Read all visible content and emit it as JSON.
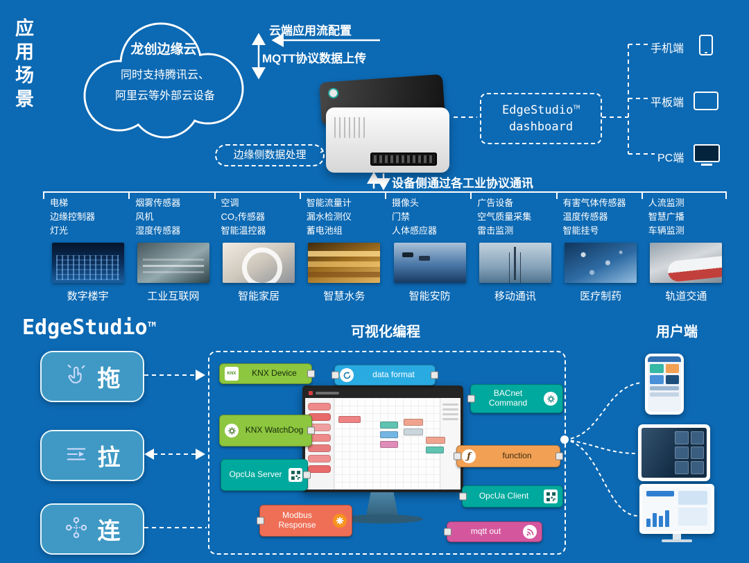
{
  "colors": {
    "background": "#0c69b3",
    "action_teal": "#58b0cc",
    "node_green": "#8dc63f",
    "node_blue": "#29abe2",
    "node_teal": "#00a99d",
    "node_orange": "#f2a154",
    "node_coral": "#ee6f56",
    "node_pink": "#d4579e"
  },
  "header": {
    "section_title": "应用场景",
    "cloud": {
      "title": "龙创边缘云",
      "line1": "同时支持腾讯云、",
      "line2": "阿里云等外部云设备"
    },
    "flow_down_label": "云端应用流配置",
    "flow_up_label": "MQTT协议数据上传",
    "edge_processing_label": "边缘侧数据处理",
    "dashboard": {
      "name": "EdgeStudio",
      "tm": "TM",
      "line2": "dashboard"
    },
    "clients": [
      {
        "label": "手机端"
      },
      {
        "label": "平板端"
      },
      {
        "label": "PC端"
      }
    ],
    "device_protocol_label": "设备侧通过各工业协议通讯"
  },
  "industry": {
    "columns": [
      {
        "items": [
          "电梯",
          "边缘控制器",
          "灯光"
        ],
        "caption": "数字楼宇"
      },
      {
        "items": [
          "烟雾传感器",
          "风机",
          "湿度传感器"
        ],
        "caption": "工业互联网"
      },
      {
        "items": [
          "空调",
          "CO₂传感器",
          "智能温控器"
        ],
        "caption": "智能家居"
      },
      {
        "items": [
          "智能流量计",
          "漏水检测仪",
          "蓄电池组"
        ],
        "caption": "智慧水务"
      },
      {
        "items": [
          "摄像头",
          "门禁",
          "人体感应器"
        ],
        "caption": "智能安防"
      },
      {
        "items": [
          "广告设备",
          "空气质量采集",
          "雷击监测"
        ],
        "caption": "移动通讯"
      },
      {
        "items": [
          "有害气体传感器",
          "温度传感器",
          "智能挂号"
        ],
        "caption": "医疗制药"
      },
      {
        "items": [
          "人流监测",
          "智慧广播",
          "车辆监测"
        ],
        "caption": "轨道交通"
      }
    ]
  },
  "studio": {
    "title": "EdgeStudio",
    "tm": "TM",
    "canvas_title": "可视化编程",
    "client_title": "用户端",
    "actions": [
      {
        "label": "拖"
      },
      {
        "label": "拉"
      },
      {
        "label": "连"
      }
    ],
    "nodes": {
      "knx_device": {
        "label": "KNX Device",
        "icon_text": "KNX"
      },
      "data_format": {
        "label": "data format"
      },
      "bacnet_command": {
        "label": "BACnet Command"
      },
      "knx_watchdog": {
        "label": "KNX WatchDog"
      },
      "opcua_server": {
        "label": "OpcUa Server"
      },
      "function": {
        "label": "function",
        "icon_text": "ƒ"
      },
      "opcua_client": {
        "label": "OpcUa Client"
      },
      "modbus_response": {
        "label": "Modbus Response"
      },
      "mqtt_out": {
        "label": "mqtt out"
      }
    }
  }
}
